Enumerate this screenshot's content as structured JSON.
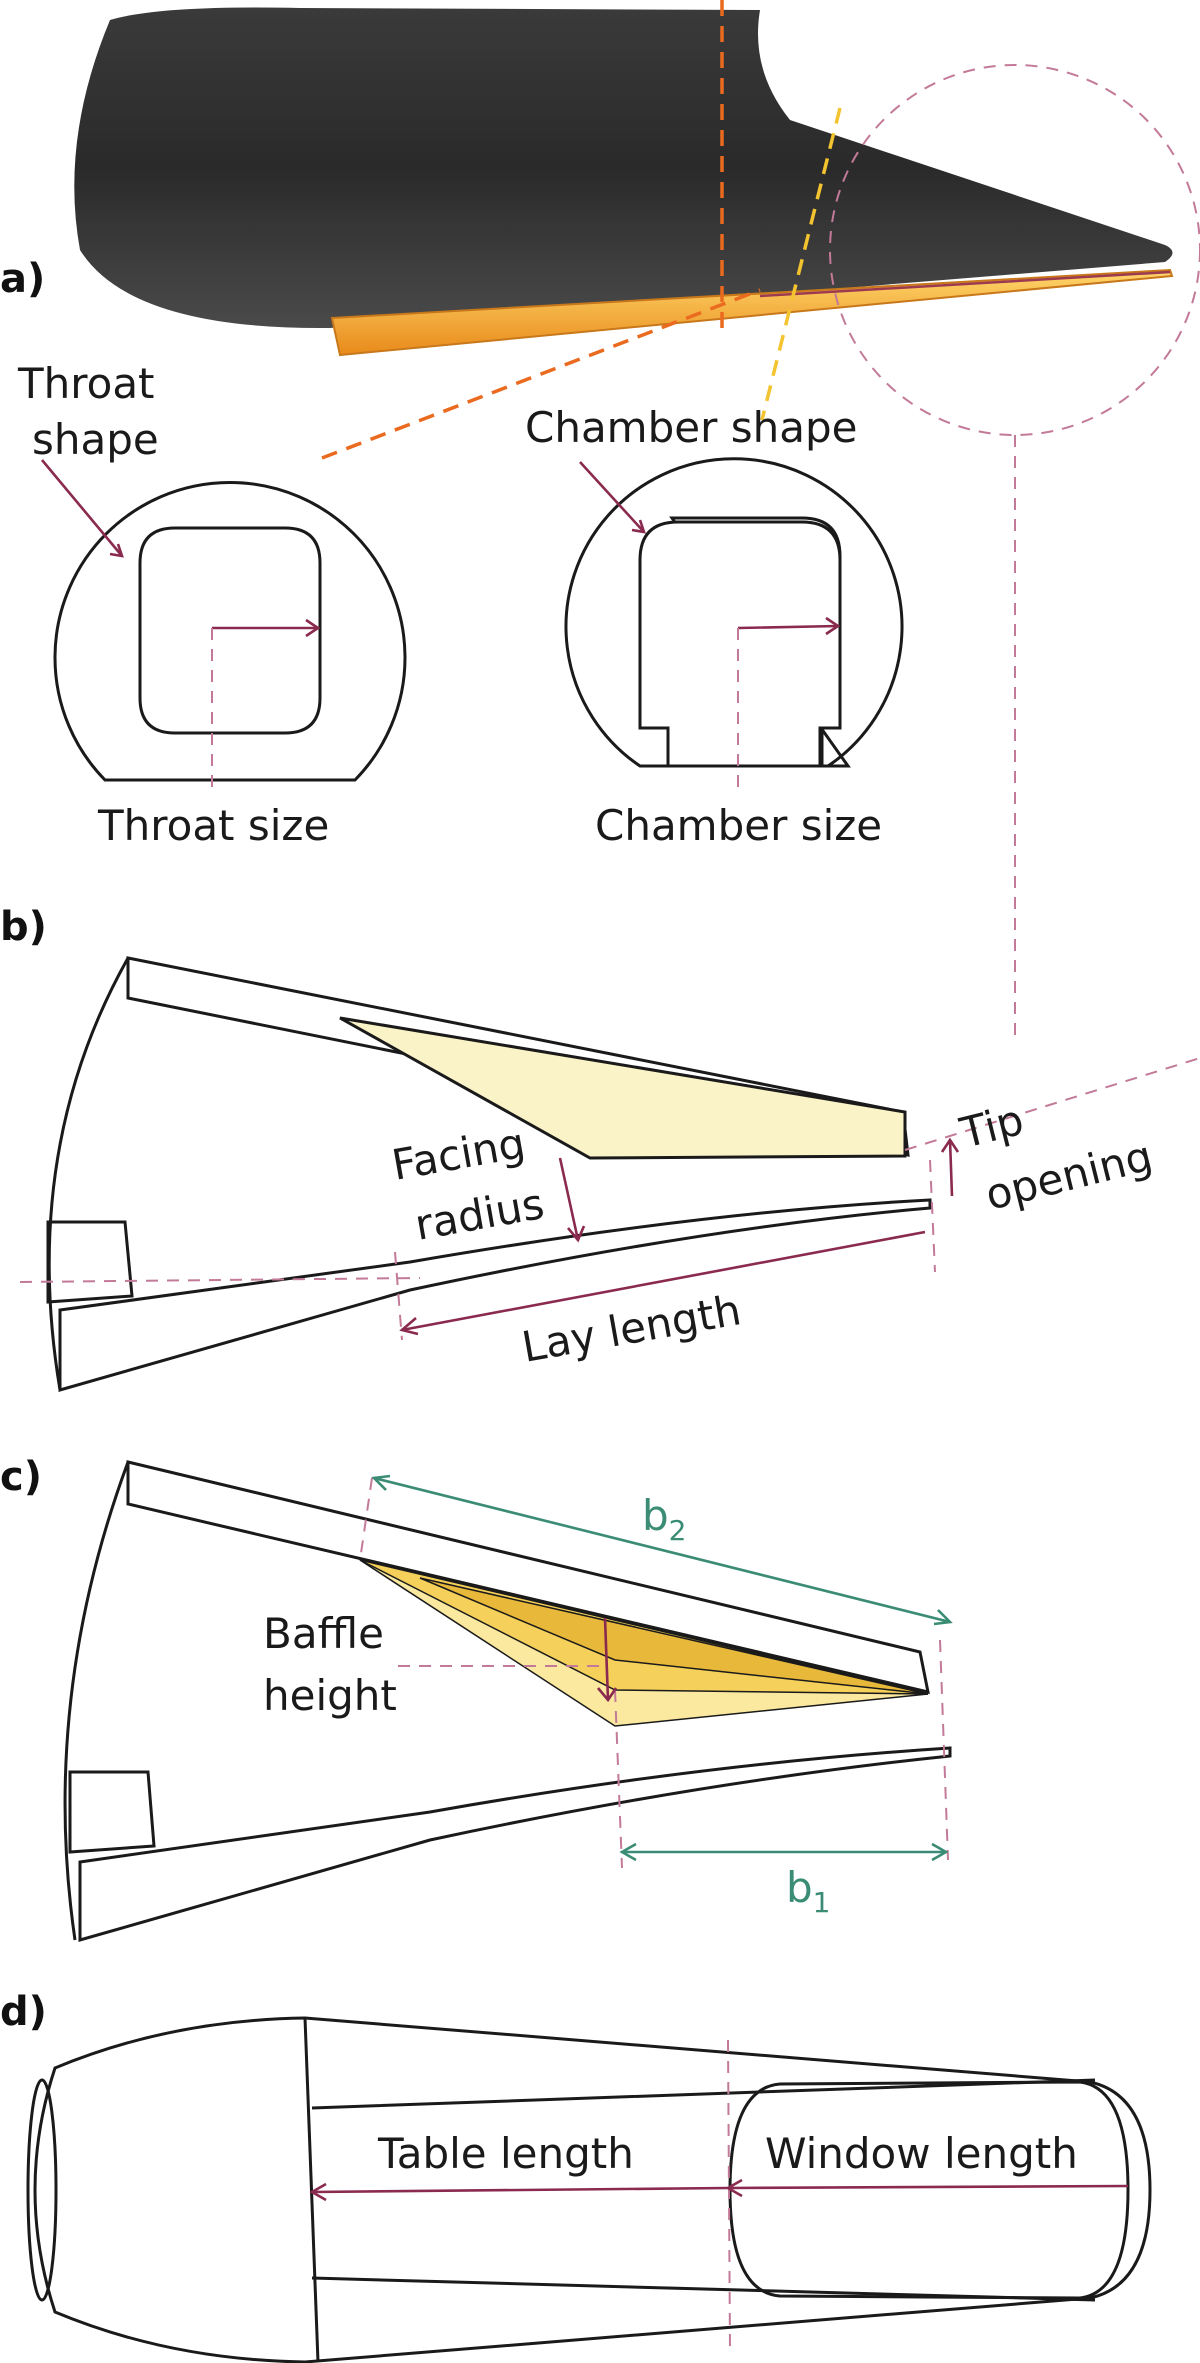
{
  "panels": {
    "a": "a)",
    "b": "b)",
    "c": "c)",
    "d": "d)"
  },
  "labels": {
    "throat_shape_1": "Throat",
    "throat_shape_2": "shape",
    "chamber_shape": "Chamber shape",
    "throat_size": "Throat size",
    "chamber_size": "Chamber size",
    "facing_radius_1": "Facing",
    "facing_radius_2": "radius",
    "tip_opening_1": "Tip",
    "tip_opening_2": "opening",
    "lay_length": "Lay length",
    "baffle_height_1": "Baffle",
    "baffle_height_2": "height",
    "b2": "b",
    "b2_sub": "2",
    "b1": "b",
    "b1_sub": "1",
    "table_length": "Table length",
    "window_length": "Window length"
  },
  "colors": {
    "mouthpiece_body": "#2b2b2b",
    "reed": "#f0a830",
    "chamber_fill": "#fbf3c8",
    "baffle_fill": "#f2c94c",
    "annotation": "#8a2a4e",
    "measure": "#3a8c74",
    "cut_orange": "#ea6a1f",
    "cut_yellow": "#f4c430"
  }
}
